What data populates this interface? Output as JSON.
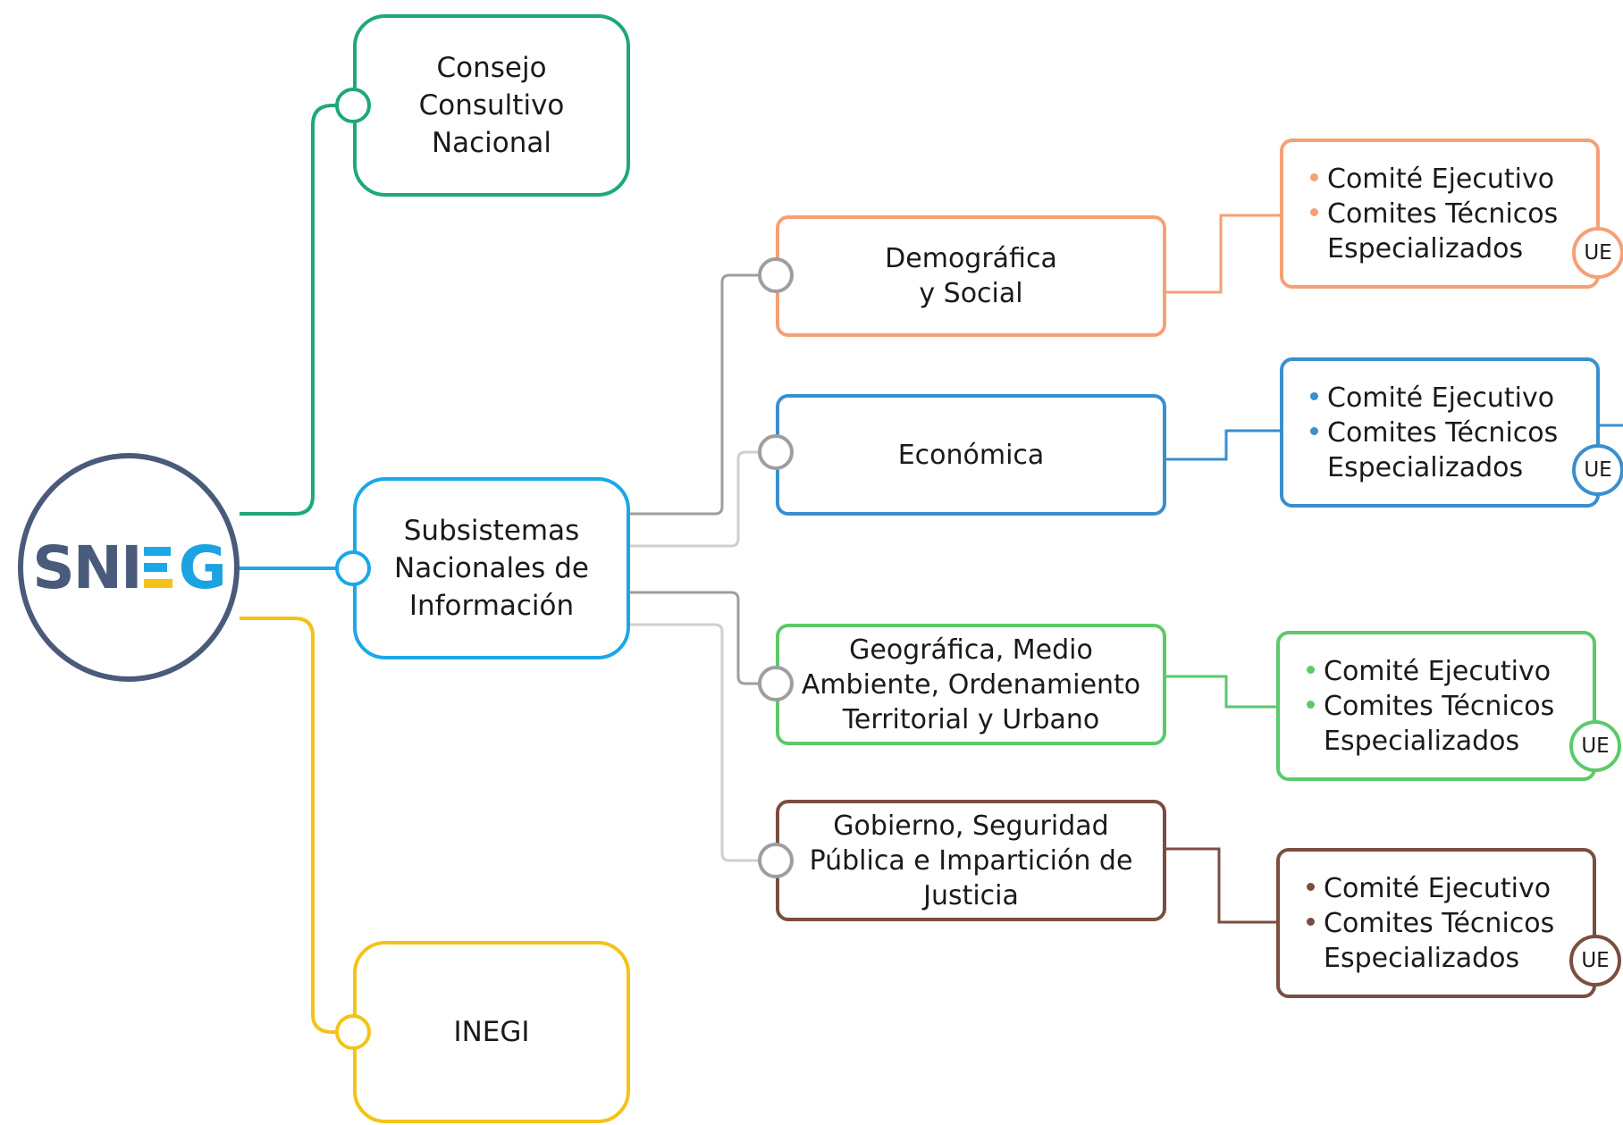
{
  "hub": {
    "logo_text_1": "SNI",
    "logo_text_2": "G",
    "logo_name": "sneig-logo"
  },
  "level1": {
    "consejo": "Consejo\nConsultivo\nNacional",
    "subsistemas": "Subsistemas\nNacionales de\nInformación",
    "inegi": "INEGI"
  },
  "subsystems": [
    {
      "label": "Demográfica\ny Social",
      "color": "#f5a075",
      "items": [
        "Comité Ejecutivo",
        "Comites Técnicos",
        "Especializados"
      ],
      "badge": "UE"
    },
    {
      "label": "Económica",
      "color": "#3a8fcd",
      "items": [
        "Comité Ejecutivo",
        "Comites Técnicos",
        "Especializados"
      ],
      "badge": "UE"
    },
    {
      "label": "Geográfica, Medio\nAmbiente, Ordenamiento\nTerritorial y Urbano",
      "color": "#5cc96a",
      "items": [
        "Comité Ejecutivo",
        "Comites Técnicos",
        "Especializados"
      ],
      "badge": "UE"
    },
    {
      "label": "Gobierno, Seguridad\nPública e Impartición de\nJusticia",
      "color": "#7a4e40",
      "items": [
        "Comité Ejecutivo",
        "Comites Técnicos",
        "Especializados"
      ],
      "badge": "UE"
    }
  ],
  "colors": {
    "consejo": "#1fa878",
    "subsistemas": "#1aa8e8",
    "inegi": "#f5c218",
    "hub": "#4a5a7a",
    "connector": "#bdbdbd"
  }
}
